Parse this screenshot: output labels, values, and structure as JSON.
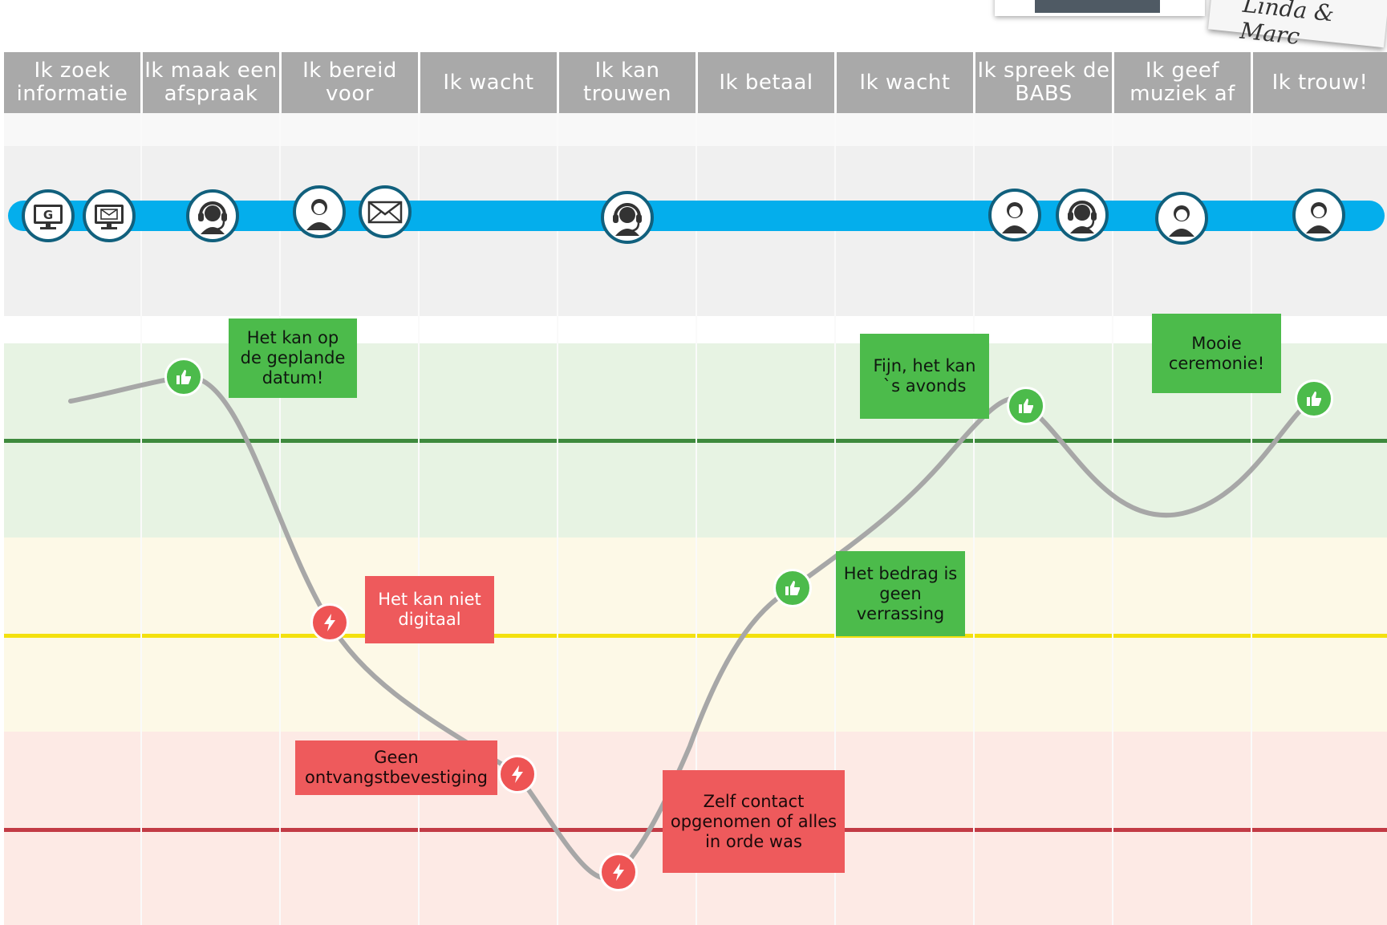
{
  "stages": [
    "Ik zoek informatie",
    "Ik maak een afspraak",
    "Ik bereid voor",
    "Ik wacht",
    "Ik kan trouwen",
    "Ik betaal",
    "Ik wacht",
    "Ik spreek de BABS",
    "Ik geef muziek af",
    "Ik trouw!"
  ],
  "persona_note": "Linda & Marc",
  "channels": [
    {
      "icon": "web-google-icon"
    },
    {
      "icon": "web-mail-icon"
    },
    {
      "icon": "phone-headset-icon"
    },
    {
      "icon": "person-icon"
    },
    {
      "icon": "letter-icon"
    },
    {
      "icon": "phone-headset-icon"
    },
    {
      "icon": "person-icon"
    },
    {
      "icon": "phone-headset-icon"
    },
    {
      "icon": "person-icon"
    },
    {
      "icon": "person-icon"
    }
  ],
  "moments": [
    {
      "type": "positive",
      "icon": "thumbs-up-icon"
    },
    {
      "type": "negative",
      "icon": "lightning-icon"
    },
    {
      "type": "negative",
      "icon": "lightning-icon"
    },
    {
      "type": "negative",
      "icon": "lightning-icon"
    },
    {
      "type": "positive",
      "icon": "thumbs-up-icon"
    },
    {
      "type": "positive",
      "icon": "thumbs-up-icon"
    },
    {
      "type": "positive",
      "icon": "thumbs-up-icon"
    }
  ],
  "notes": [
    {
      "text": "Het kan op de geplande datum!",
      "type": "positive"
    },
    {
      "text": "Het kan niet digitaal",
      "type": "negative"
    },
    {
      "text": "Geen ontvangstbevestiging",
      "type": "negative"
    },
    {
      "text": "Zelf contact opgenomen of alles in orde was",
      "type": "negative"
    },
    {
      "text": "Het bedrag is geen verrassing",
      "type": "positive"
    },
    {
      "text": "Fijn, het kan `s avonds",
      "type": "positive"
    },
    {
      "text": "Mooie ceremonie!",
      "type": "positive"
    }
  ],
  "colors": {
    "stage_header": "#a9a9a9",
    "channel_bar": "#04aeec",
    "positive": "#4cbb4b",
    "negative": "#ee5454",
    "curve": "#a7a7a7",
    "level_good": "#3e8a3d",
    "level_neutral": "#f3e10f",
    "level_bad": "#c23b45"
  }
}
